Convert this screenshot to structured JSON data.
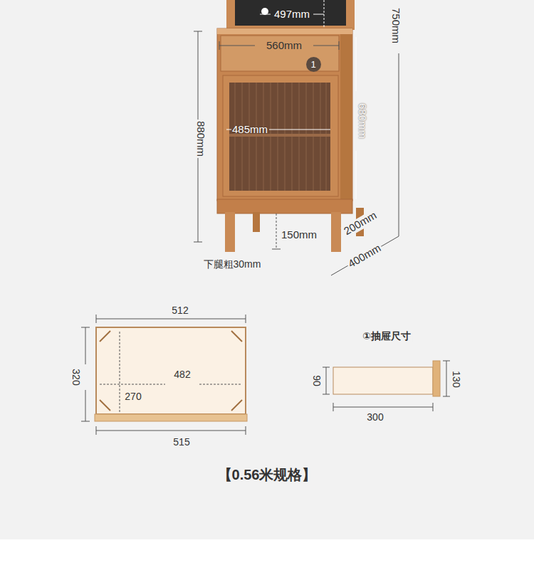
{
  "diagram": {
    "caption": "【0.56米规格】",
    "nodes": [
      {
        "text": [
          "1"
        ]
      }
    ],
    "labels": [
      "497mm",
      "750mm",
      "560mm",
      "880mm",
      "485mm",
      "680mm",
      "150mm",
      "200mm",
      "400mm",
      "下腿粗30mm",
      "512",
      "320",
      "482",
      "270",
      "515",
      "①抽屉尺寸",
      "90",
      "130",
      "300"
    ]
  }
}
